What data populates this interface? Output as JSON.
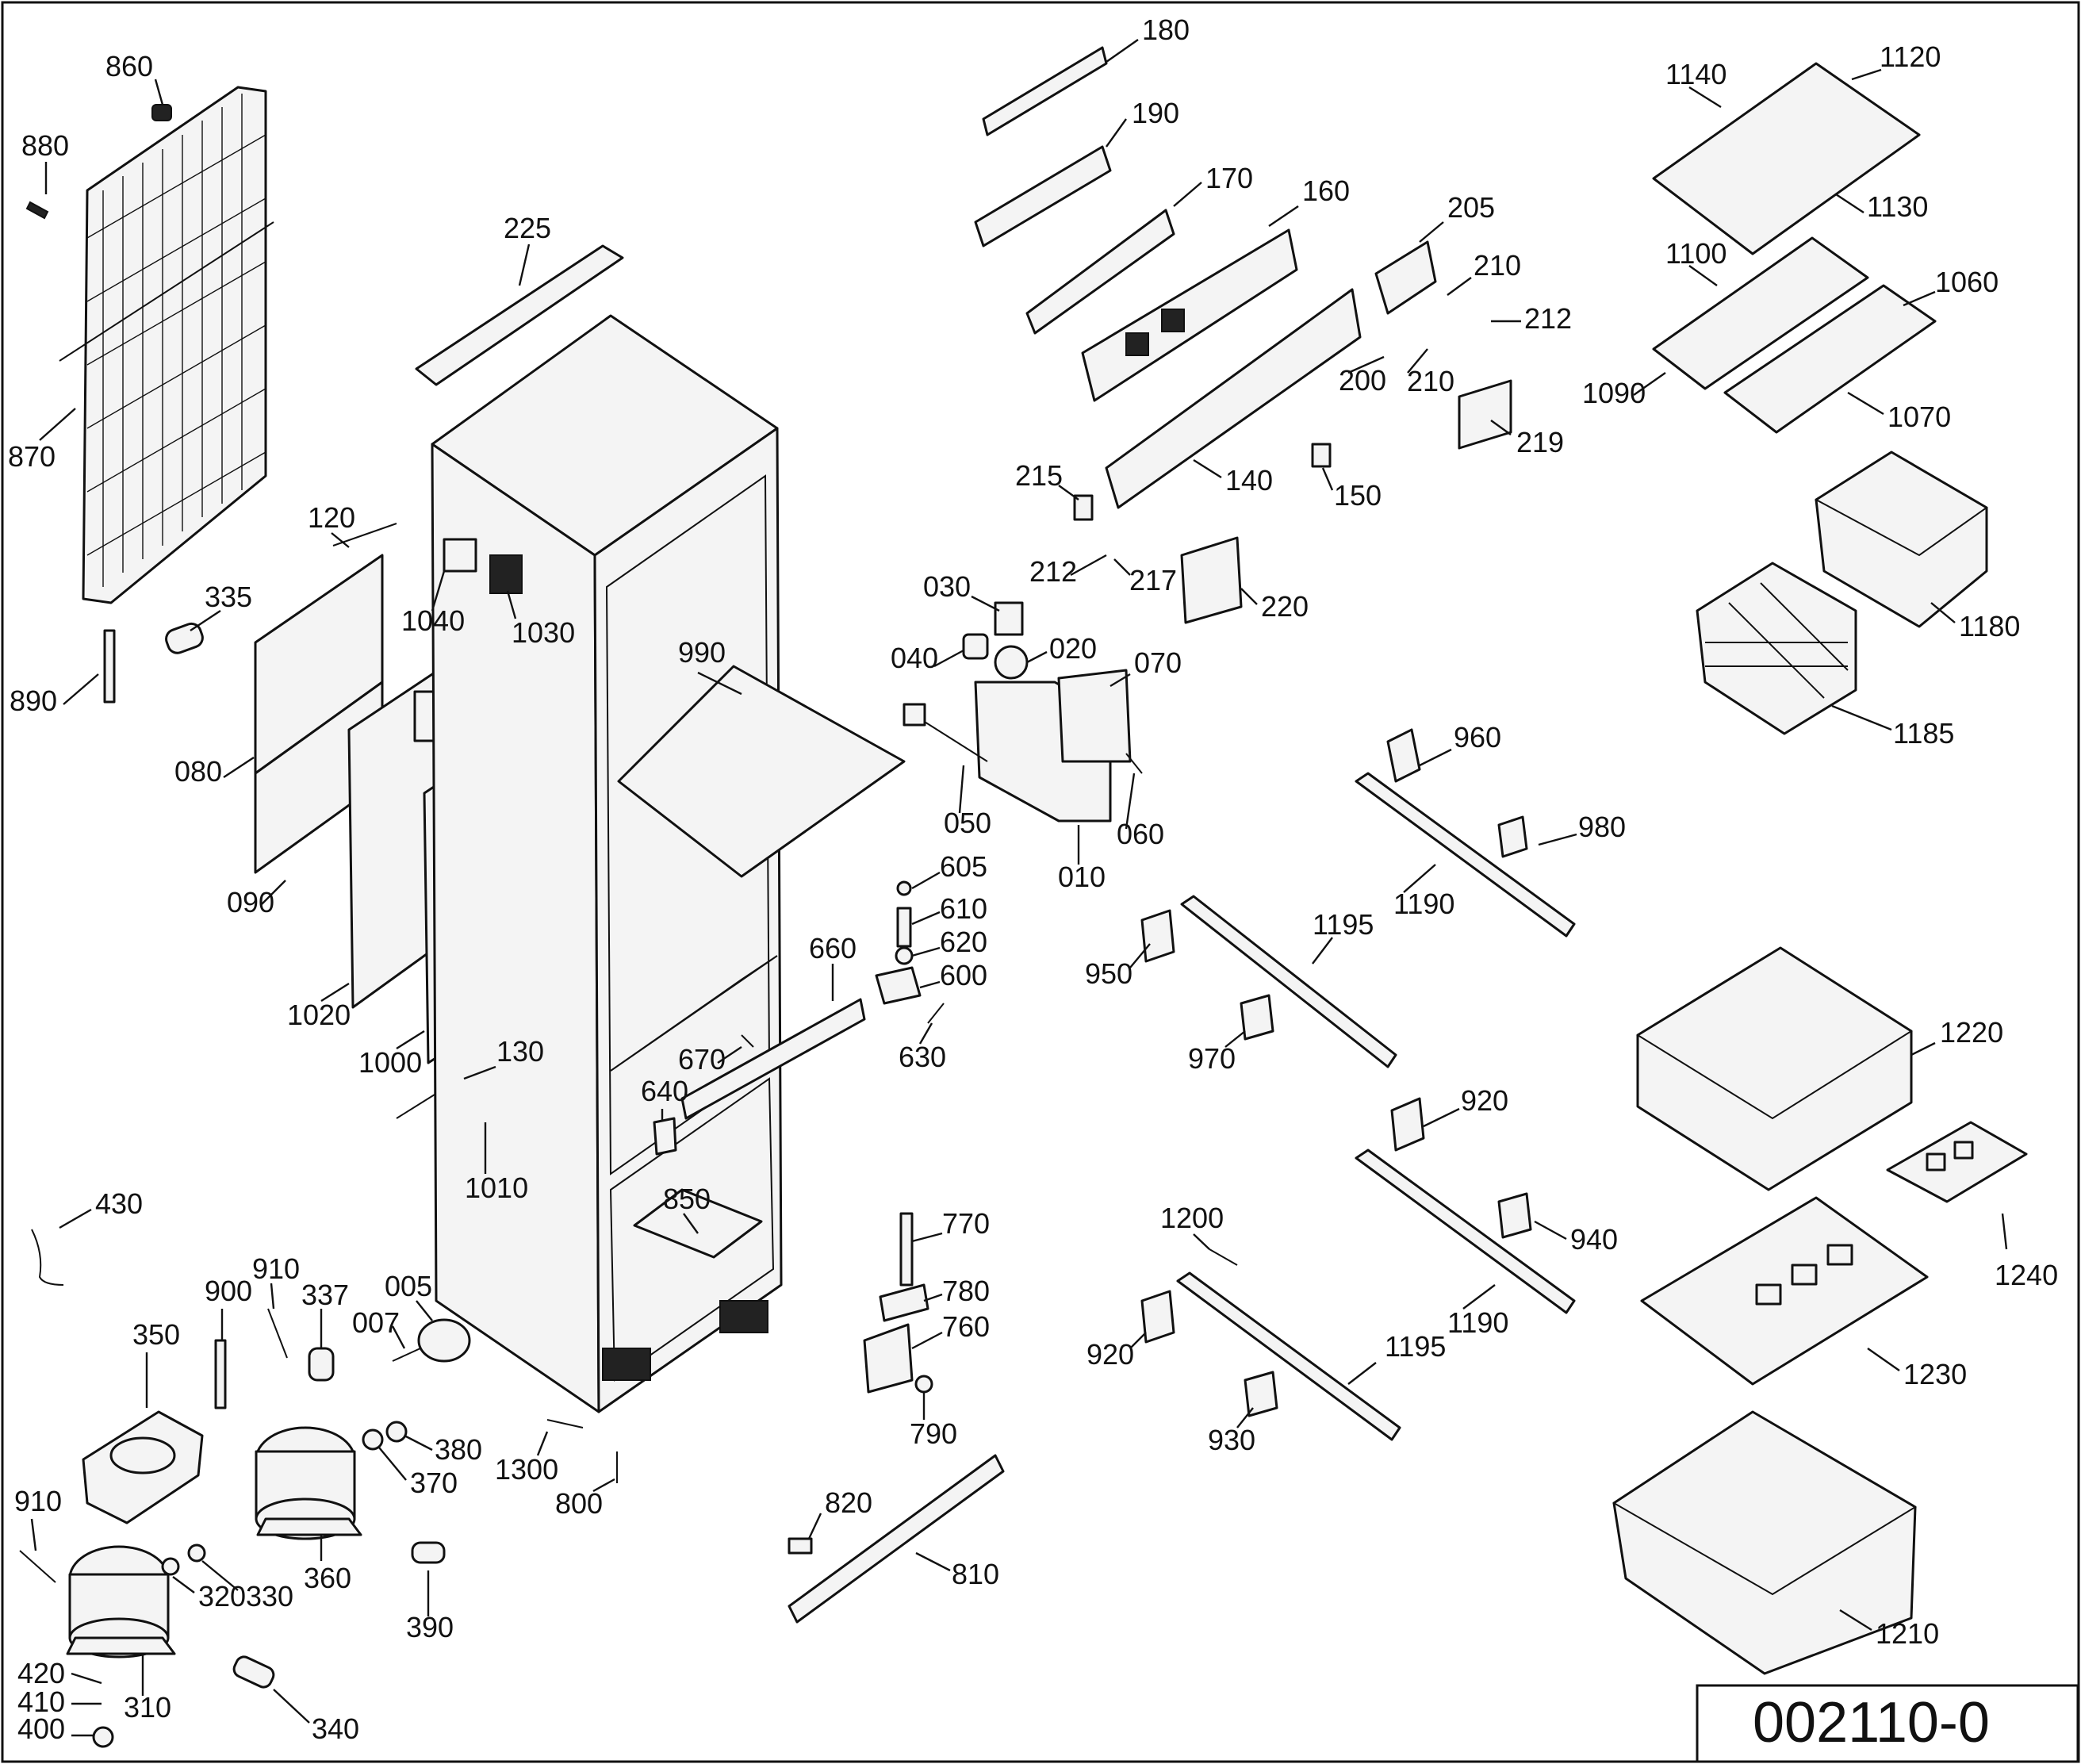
{
  "document_number": "002110-0",
  "labels": [
    "860",
    "880",
    "870",
    "890",
    "335",
    "120",
    "080",
    "090",
    "225",
    "1040",
    "1030",
    "1020",
    "1000",
    "130",
    "1010",
    "990",
    "660",
    "670",
    "640",
    "850",
    "005",
    "007",
    "430",
    "350",
    "900",
    "910",
    "337",
    "380",
    "370",
    "1300",
    "800",
    "360",
    "320",
    "330",
    "310",
    "420",
    "410",
    "400",
    "390",
    "340",
    "180",
    "190",
    "170",
    "160",
    "205",
    "210",
    "212",
    "200",
    "219",
    "140",
    "150",
    "215",
    "217",
    "220",
    "030",
    "040",
    "020",
    "070",
    "050",
    "060",
    "010",
    "605",
    "610",
    "620",
    "600",
    "630",
    "770",
    "780",
    "760",
    "790",
    "820",
    "810",
    "1140",
    "1120",
    "1130",
    "1100",
    "1060",
    "1090",
    "1070",
    "1180",
    "1185",
    "960",
    "980",
    "1190",
    "1195",
    "950",
    "970",
    "920",
    "940",
    "1200",
    "930",
    "1220",
    "1240",
    "1230",
    "1210"
  ]
}
